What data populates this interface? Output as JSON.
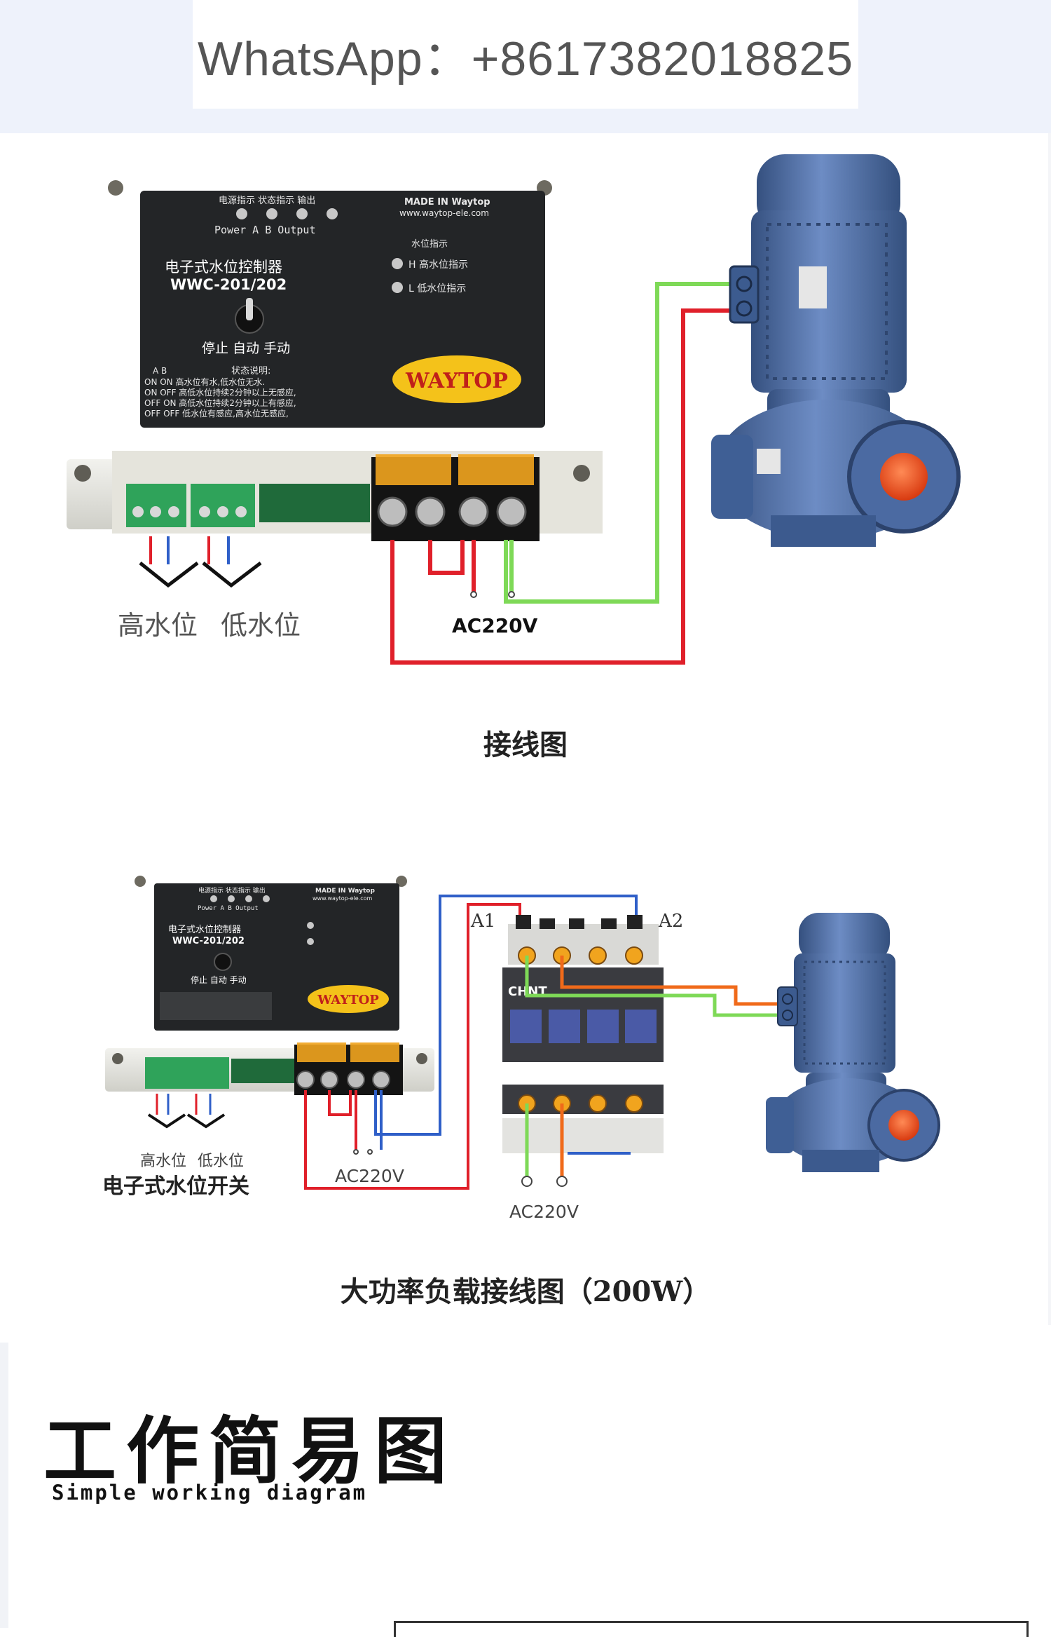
{
  "header": {
    "whatsapp": "WhatsApp：+8617382018825"
  },
  "diagram1": {
    "panel": {
      "indicator_cn": "电源指示 状态指示 输出",
      "indicator_en": "Power  A   B  Output",
      "made_in": "MADE IN Waytop",
      "website": "www.waytop-ele.com",
      "water_level_title": "水位指示",
      "h_label": "H 高水位指示",
      "l_label": "L 低水位指示",
      "name_cn": "电子式水位控制器",
      "model": "WWC-201/202",
      "switch_modes": "停止 自动 手动",
      "status_title": "状态说明:",
      "status_header": "A  B",
      "status_rows": [
        "ON  ON  高水位有水,低水位无水.",
        "ON  OFF 高低水位持续2分钟以上无感应,",
        "OFF ON  高低水位持续2分钟以上有感应,",
        "OFF OFF 低水位有感应,高水位无感应,"
      ],
      "brand": "WAYTOP"
    },
    "labels": {
      "high_level": "高水位",
      "low_level": "低水位",
      "ac": "AC220V"
    },
    "caption": "接线图"
  },
  "diagram2": {
    "panel": {
      "indicator_cn": "电源指示 状态指示 输出",
      "indicator_en": "Power  A   B  Output",
      "made_in": "MADE IN Waytop",
      "website": "www.waytop-ele.com",
      "name_cn": "电子式水位控制器",
      "model": "WWC-201/202",
      "switch_modes": "停止 自动 手动",
      "brand": "WAYTOP"
    },
    "labels": {
      "a1": "A1",
      "a2": "A2",
      "contactor_brand": "CHNT",
      "high_level": "高水位",
      "low_level": "低水位",
      "switch_name": "电子式水位开关",
      "ac_left": "AC220V",
      "ac_right": "AC220V"
    },
    "caption": "大功率负载接线图（200W）"
  },
  "section": {
    "title": "工作简易图",
    "subtitle": "Simple working diagram"
  },
  "colors": {
    "red_wire": "#e0202a",
    "green_wire": "#7ed957",
    "blue_wire": "#2f5fc8",
    "orange_wire": "#f06a1a",
    "pump_blue": "#4f6fa8",
    "panel_dark": "#222426",
    "brand_yellow": "#f4c21a",
    "terminal_green": "#2fa35a"
  }
}
